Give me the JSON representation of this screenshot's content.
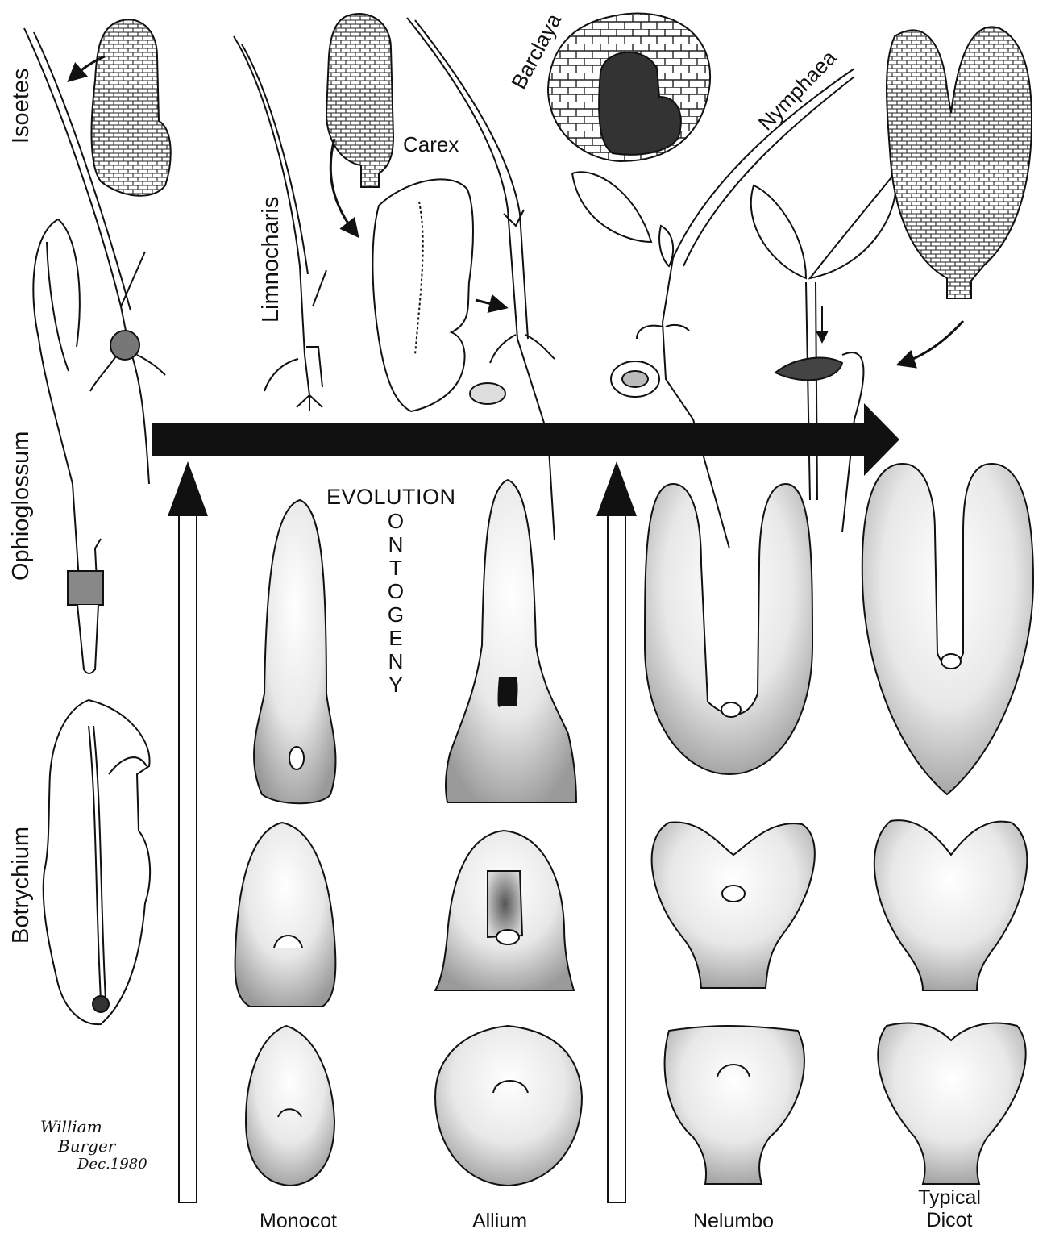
{
  "figure": {
    "evolution_label": "EVOLUTION",
    "ontogeny_label": "ONTOGENY",
    "taxa": {
      "isoetes": "Isoetes",
      "ophioglossum": "Ophioglossum",
      "botrychium": "Botrychium",
      "limnocharis": "Limnocharis",
      "carex": "Carex",
      "barclaya": "Barclaya",
      "nymphaea": "Nymphaea"
    },
    "columns": {
      "monocot": "Monocot",
      "allium": "Allium",
      "nelumbo": "Nelumbo",
      "typical_dicot_line1": "Typical",
      "typical_dicot_line2": "Dicot"
    },
    "signature": {
      "line1": "William",
      "line2": "Burger",
      "line3": "Dec.1980"
    }
  },
  "colors": {
    "ink": "#111111",
    "paper": "#ffffff",
    "stipple": "#9a9a9a"
  }
}
